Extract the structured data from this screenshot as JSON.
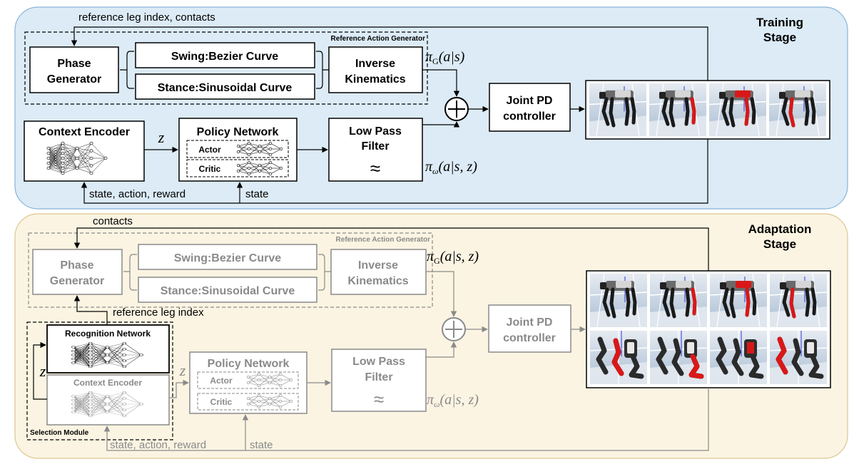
{
  "colors": {
    "training_bg": "#dcebf6",
    "training_border": "#8ab4d8",
    "adaptation_bg": "#fbf4e2",
    "adaptation_border": "#dcc690",
    "active": "#000000",
    "inactive": "#8a8a8a",
    "robot_red": "#d81818",
    "floor": "#c9d5e3"
  },
  "training": {
    "stage_label_line1": "Training",
    "stage_label_line2": "Stage",
    "top_feedback_label": "reference leg index, contacts",
    "rag_label": "Reference Action Generator",
    "phase_line1": "Phase",
    "phase_line2": "Generator",
    "swing": "Swing:Bezier Curve",
    "stance": "Stance:Sinusoidal Curve",
    "ik_line1": "Inverse",
    "ik_line2": "Kinematics",
    "pi_g": "π",
    "pi_g_sub": "G",
    "pi_g_args": "(a|s)",
    "context_encoder": "Context Encoder",
    "z": "z",
    "policy_network": "Policy Network",
    "actor": "Actor",
    "critic": "Critic",
    "lpf_line1": "Low Pass",
    "lpf_line2": "Filter",
    "lpf_symbol": "≈",
    "pi_w": "π",
    "pi_w_sub": "ω",
    "pi_w_args": "(a|s, z)",
    "joint_line1": "Joint PD",
    "joint_line2": "controller",
    "sar_label": "state, action, reward",
    "state_label": "state"
  },
  "adaptation": {
    "stage_label_line1": "Adaptation",
    "stage_label_line2": "Stage",
    "contacts_label": "contacts",
    "rag_label": "Reference Action Generator",
    "phase_line1": "Phase",
    "phase_line2": "Generator",
    "swing": "Swing:Bezier Curve",
    "stance": "Stance:Sinusoidal Curve",
    "ik_line1": "Inverse",
    "ik_line2": "Kinematics",
    "pi_g": "π",
    "pi_g_sub": "G",
    "pi_g_args": "(a|s, z)",
    "ref_leg_label": "reference leg index",
    "recognition_network": "Recognition Network",
    "context_encoder": "Context Encoder",
    "selection_module": "Selection Module",
    "z": "z",
    "policy_network": "Policy Network",
    "actor": "Actor",
    "critic": "Critic",
    "lpf_line1": "Low Pass",
    "lpf_line2": "Filter",
    "lpf_symbol": "≈",
    "pi_w": "π",
    "pi_w_sub": "ω",
    "pi_w_args": "(a|s, z)",
    "joint_line1": "Joint PD",
    "joint_line2": "controller",
    "sar_label": "state, action, reward",
    "state_label": "state"
  }
}
